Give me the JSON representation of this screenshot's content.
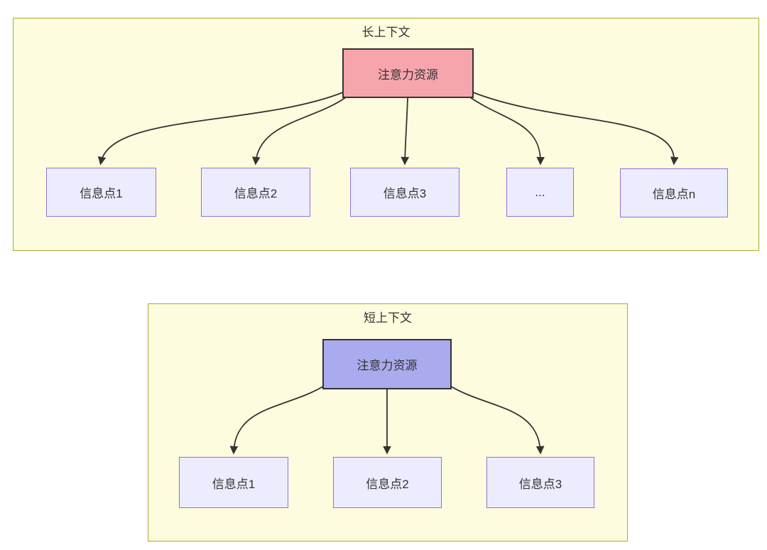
{
  "diagram": {
    "long_context": {
      "title": "长上下文",
      "attention_label": "注意力资源",
      "nodes": [
        "信息点1",
        "信息点2",
        "信息点3",
        "...",
        "信息点n"
      ]
    },
    "short_context": {
      "title": "短上下文",
      "attention_label": "注意力资源",
      "nodes": [
        "信息点1",
        "信息点2",
        "信息点3"
      ]
    },
    "colors": {
      "panel_fill": "#fdfcde",
      "panel_border": "#aaaa33",
      "info_node_fill": "#ececff",
      "info_node_border": "#9370db",
      "attention_long_fill": "#f6a5ad",
      "attention_short_fill": "#aaaaee",
      "attention_border": "#333333",
      "edge_color": "#333333",
      "text_color": "#333333"
    }
  }
}
